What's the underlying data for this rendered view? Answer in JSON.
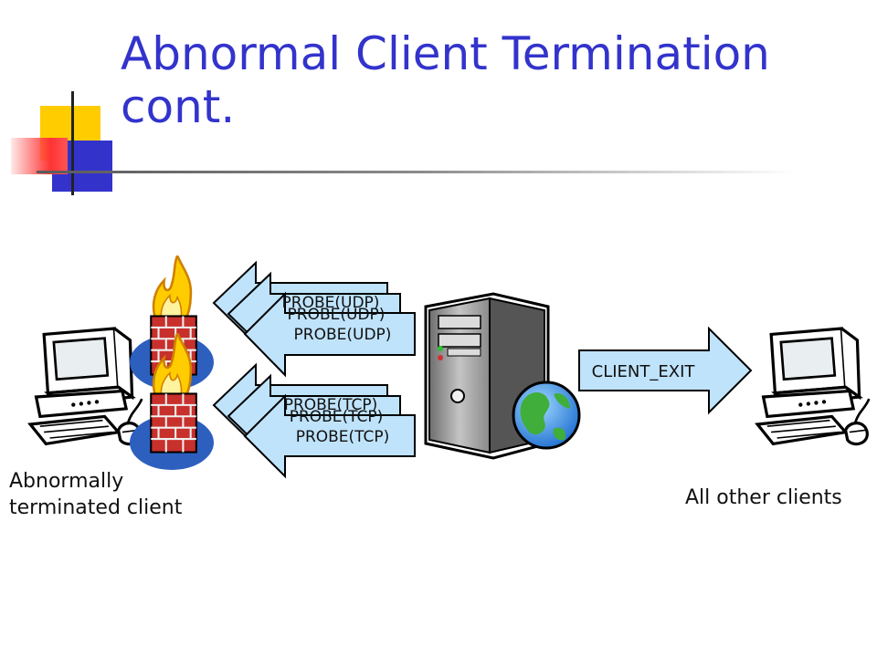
{
  "slide": {
    "title_line1": "Abnormal Client Termination",
    "title_line2": "cont."
  },
  "diagram": {
    "udp_arrows": [
      "PROBE(UDP)",
      "PROBE(UDP)",
      "PROBE(UDP)"
    ],
    "tcp_arrows": [
      "PROBE(TCP)",
      "PROBE(TCP)",
      "PROBE(TCP)"
    ],
    "exit_arrow": "CLIENT_EXIT",
    "left_label_line1": "Abnormally",
    "left_label_line2": "terminated client",
    "right_label": "All other clients"
  },
  "colors": {
    "title": "#3333cc",
    "arrow_fill": "#bfe3fb",
    "corner_yellow": "#ffcc00",
    "corner_blue": "#3333cc",
    "corner_red": "#ff3333"
  }
}
